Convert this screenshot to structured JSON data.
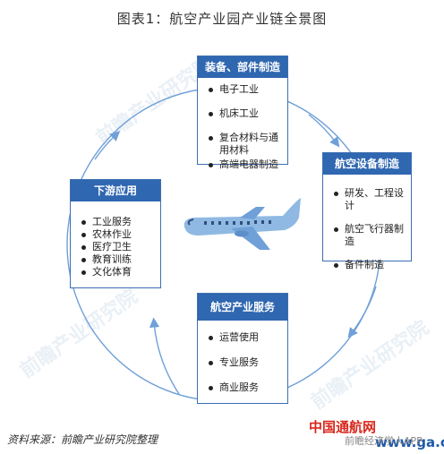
{
  "title": "图表1：航空产业园产业链全景图",
  "watermark": "前瞻产业研究院",
  "boxes": {
    "equipment": {
      "title": "装备、部件制造",
      "items": [
        "电子工业",
        "机床工业",
        "复合材料与通用材料",
        "高端电器制造"
      ]
    },
    "aviation_equipment": {
      "title": "航空设备制造",
      "items": [
        "研发、工程设计",
        "航空飞行器制造",
        "备件制造"
      ]
    },
    "downstream": {
      "title": "下游应用",
      "items": [
        "工业服务",
        "农林作业",
        "医疗卫生",
        "教育训练",
        "文化体育"
      ]
    },
    "services": {
      "title": "航空产业服务",
      "items": [
        "运营使用",
        "专业服务",
        "商业服务"
      ]
    }
  },
  "source": "资料来源：前瞻产业研究院整理",
  "logo": {
    "cn": "中国通航网",
    "url": "www.ga.cn",
    "small": "前瞻经济学人APP"
  },
  "colors": {
    "accent": "#2f67b0",
    "ring": "#6fa0d8",
    "plane": "#8fb9e3"
  }
}
